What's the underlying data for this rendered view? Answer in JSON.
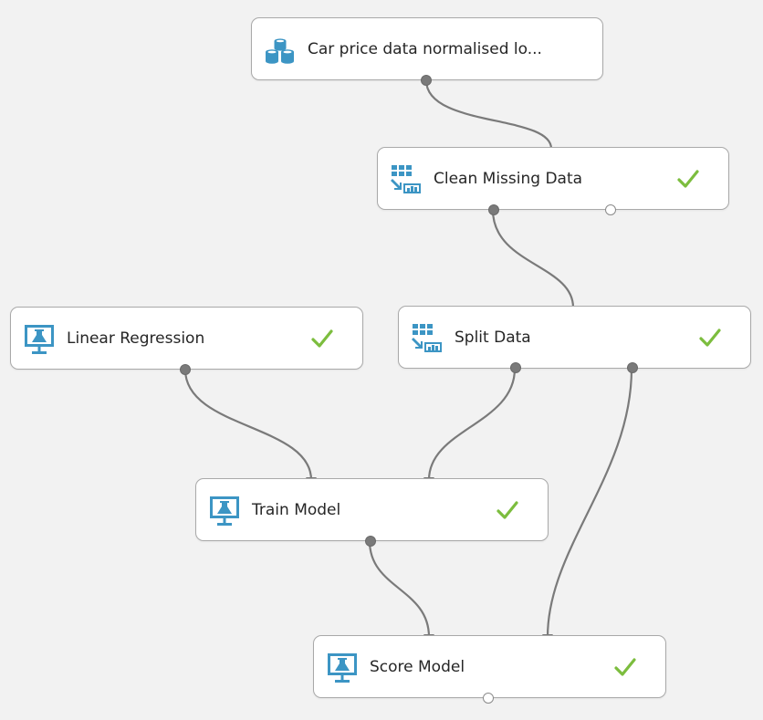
{
  "canvas": {
    "background": "#f2f2f2",
    "wire_color": "#7a7a7a",
    "check_color": "#7cbd3e",
    "icon_color": "#3c95c4"
  },
  "modules": [
    {
      "id": "car-price-data",
      "label": "Car price data normalised lo...",
      "icon": "dataset-icon",
      "completed": false
    },
    {
      "id": "clean-missing-data",
      "label": "Clean Missing Data",
      "icon": "data-transform-icon",
      "completed": true
    },
    {
      "id": "linear-regression",
      "label": "Linear Regression",
      "icon": "machine-learning-icon",
      "completed": true
    },
    {
      "id": "split-data",
      "label": "Split Data",
      "icon": "data-transform-icon",
      "completed": true
    },
    {
      "id": "train-model",
      "label": "Train Model",
      "icon": "machine-learning-icon",
      "completed": true
    },
    {
      "id": "score-model",
      "label": "Score Model",
      "icon": "machine-learning-icon",
      "completed": true
    }
  ]
}
